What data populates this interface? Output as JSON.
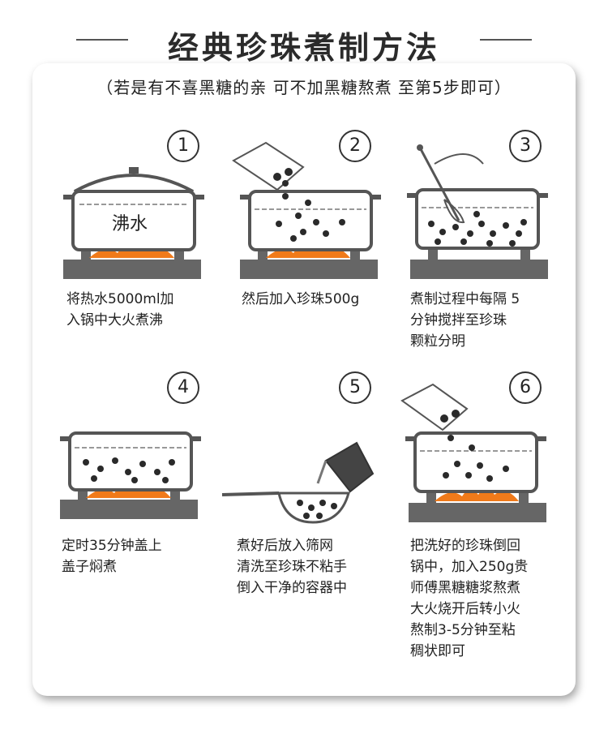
{
  "header": {
    "title": "经典珍珠煮制方法",
    "subtitle": "（若是有不喜黑糖的亲 可不加黑糖熬煮 至第5步即可）"
  },
  "steps": [
    {
      "num": "1",
      "pot_label": "沸水",
      "desc": "将热水5000ml加\n入锅中大火煮沸"
    },
    {
      "num": "2",
      "desc": "然后加入珍珠500g"
    },
    {
      "num": "3",
      "desc": "煮制过程中每隔 5\n分钟搅拌至珍珠\n颗粒分明"
    },
    {
      "num": "4",
      "desc": "定时35分钟盖上\n盖子焖煮"
    },
    {
      "num": "5",
      "desc": "煮好后放入筛网\n清洗至珍珠不粘手\n倒入干净的容器中"
    },
    {
      "num": "6",
      "desc": "把洗好的珍珠倒回\n锅中，加入250g贵\n师傅黑糖糖浆熬煮\n大火烧开后转小火\n熬制3-5分钟至粘\n稠状即可"
    }
  ],
  "colors": {
    "flame": "#f07a1a",
    "pot": "#555555",
    "water": "#e8e8e8",
    "pearl": "#2a2a2a"
  }
}
